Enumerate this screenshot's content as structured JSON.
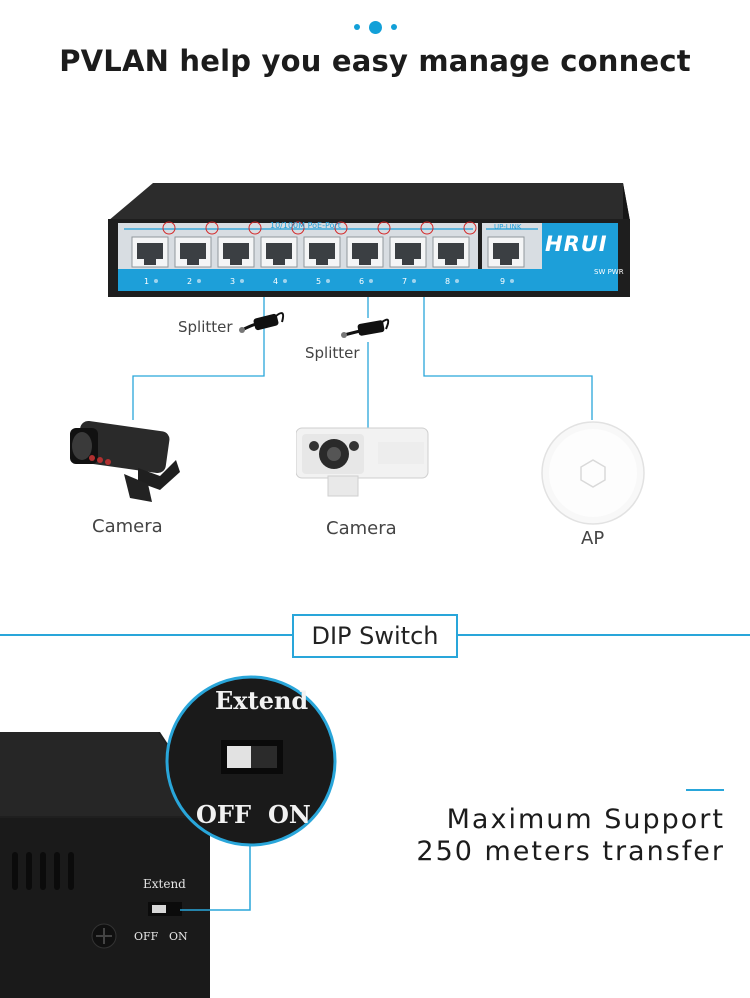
{
  "header": {
    "title": "PVLAN help you easy manage connect"
  },
  "switch": {
    "port_numbers": [
      "1",
      "2",
      "3",
      "4",
      "5",
      "6",
      "7",
      "8",
      "9"
    ],
    "poe_label": "10/100M PoE-Port",
    "uplink_label": "UP-LINK",
    "brand": "HRUI",
    "led_labels": "SW PWR"
  },
  "devices": {
    "splitter_1": "Splitter",
    "splitter_2": "Splitter",
    "camera_1": "Camera",
    "camera_2": "Camera",
    "ap": "AP"
  },
  "dip_section": {
    "heading": "DIP Switch",
    "zoom_label": "Extend",
    "zoom_off": "OFF",
    "zoom_on": "ON",
    "panel_label": "Extend",
    "panel_off": "OFF",
    "panel_on": "ON",
    "max_line1": "Maximum Support",
    "max_line2": "250 meters transfer"
  },
  "colors": {
    "accent": "#29a6da",
    "dot": "#12a0d8",
    "device_dark": "#1e1e1e"
  }
}
